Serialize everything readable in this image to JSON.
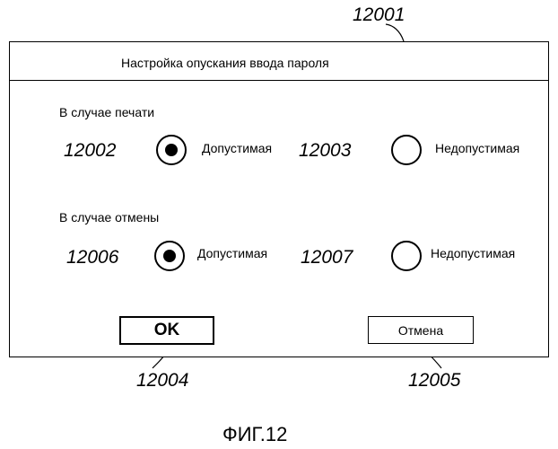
{
  "dialog": {
    "title": "Настройка опускания ввода пароля",
    "ref": "12001"
  },
  "print_group": {
    "label": "В случае печати",
    "options": [
      {
        "ref": "12002",
        "label": "Допустимая",
        "selected": true
      },
      {
        "ref": "12003",
        "label": "Недопустимая",
        "selected": false
      }
    ]
  },
  "cancel_group": {
    "label": "В случае отмены",
    "options": [
      {
        "ref": "12006",
        "label": "Допустимая",
        "selected": true
      },
      {
        "ref": "12007",
        "label": "Недопустимая",
        "selected": false
      }
    ]
  },
  "buttons": {
    "ok": {
      "label": "OK",
      "ref": "12004"
    },
    "cancel": {
      "label": "Отмена",
      "ref": "12005"
    }
  },
  "figure_caption": "ФИГ.12"
}
